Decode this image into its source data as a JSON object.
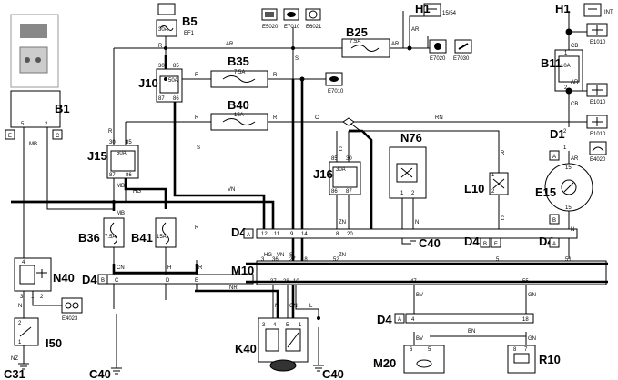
{
  "components": {
    "B1": "B1",
    "B5": "B5",
    "B11": "B11",
    "B25": "B25",
    "B35": "B35",
    "B36": "B36",
    "B40": "B40",
    "B41": "B41",
    "C31": "C31",
    "C40": "C40",
    "D1": "D1",
    "D4": "D4",
    "E15": "E15",
    "H1": "H1",
    "I50": "I50",
    "J10": "J10",
    "J15": "J15",
    "J16": "J16",
    "K40": "K40",
    "L10": "L10",
    "M10": "M10",
    "M20": "M20",
    "N40": "N40",
    "N76": "N76",
    "R10": "R10"
  },
  "fuses": {
    "b5": "30A",
    "b25": "7.5A",
    "b35": "7.5A",
    "b40": "15A",
    "b36": "7.5A",
    "b41": "15A",
    "b11": "10A",
    "j10": "50A",
    "j15": "50A",
    "j16": "30A"
  },
  "tags": {
    "ef1": "EF1",
    "h1_top": "15/54",
    "h1_right": "INT",
    "e5020": "E5020",
    "e7010": "E7010",
    "e6021": "E6021",
    "e7020": "E7020",
    "e7030": "E7030",
    "e1010": "E1010",
    "e4020": "E4020",
    "e4023": "E4023"
  },
  "connectors": {
    "A": "A",
    "B": "B",
    "C": "C",
    "E": "E",
    "F": "F",
    "D": "D"
  },
  "wires": {
    "ar": "AR",
    "r": "R",
    "s": "S",
    "c": "C",
    "rn": "RN",
    "mb": "MB",
    "hg": "HG",
    "vn": "VN",
    "nr": "NR",
    "cn": "CN",
    "h": "H",
    "n": "N",
    "zn": "ZN",
    "bv": "BV",
    "gn": "GN",
    "bn": "BN",
    "l": "L",
    "cb": "CB",
    "nz": "NZ"
  },
  "pins": {
    "d4": [
      "12",
      "11",
      "9",
      "14",
      "8",
      "20"
    ],
    "m10_top": [
      "3",
      "36",
      "27",
      "18",
      "52",
      "5",
      "51"
    ],
    "m10_bottom": [
      "37",
      "28",
      "10",
      "47",
      "55"
    ],
    "d4b": [
      "4",
      "18"
    ],
    "k40": [
      "3",
      "4",
      "5",
      "1"
    ],
    "m20": [
      "6",
      "5"
    ],
    "r10": [
      "8",
      "7"
    ],
    "n40_top": [
      "4"
    ],
    "n40_bottom": [
      "3",
      "1",
      "2"
    ],
    "i50": [
      "2",
      "1"
    ],
    "l10": [
      "1",
      "2"
    ],
    "n76": [
      "1",
      "2"
    ],
    "e15": [
      "15",
      "15"
    ],
    "b1": [
      "5",
      "2"
    ],
    "relay_j10": [
      "30",
      "85",
      "87",
      "86"
    ],
    "relay_j15": [
      "30",
      "85",
      "87",
      "86"
    ],
    "relay_j16": [
      "85",
      "30",
      "86",
      "87"
    ],
    "b11": [
      "1",
      "2"
    ],
    "d1": [
      "2",
      "1"
    ]
  }
}
